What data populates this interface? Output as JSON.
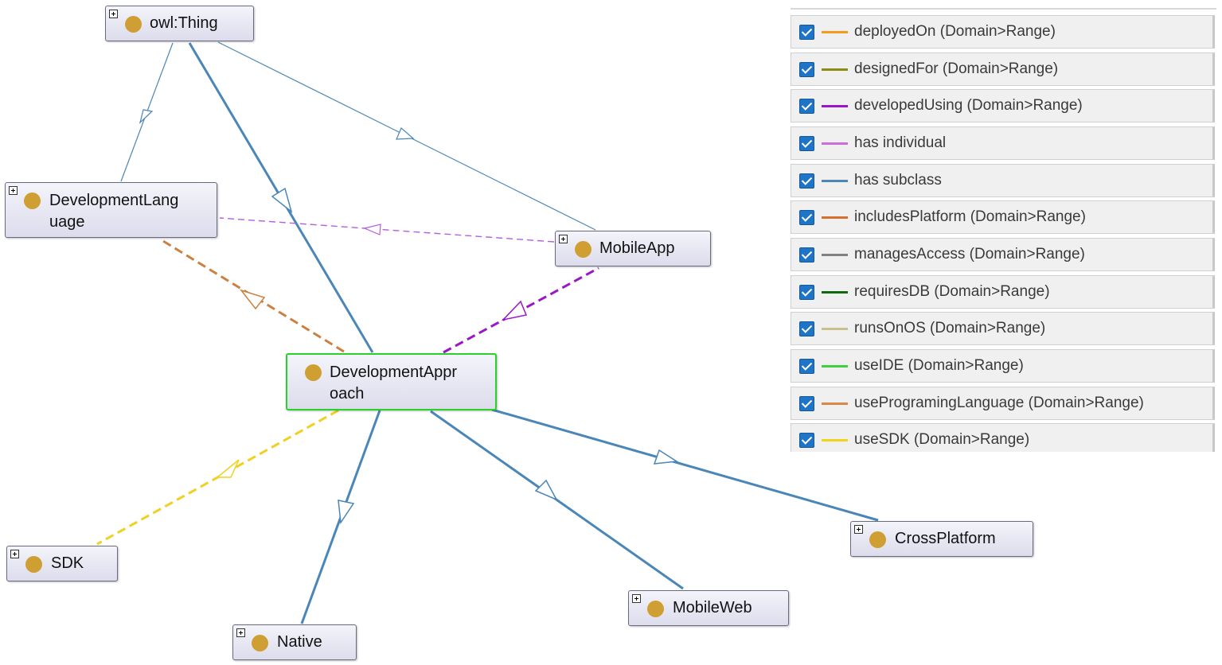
{
  "nodes": {
    "owl_thing": {
      "label": "owl:Thing"
    },
    "dev_language": {
      "label_line1": "DevelopmentLang",
      "label_line2": "uage"
    },
    "mobile_app": {
      "label": "MobileApp"
    },
    "dev_approach": {
      "label_line1": "DevelopmentAppr",
      "label_line2": "oach"
    },
    "sdk": {
      "label": "SDK"
    },
    "native": {
      "label": "Native"
    },
    "mobile_web": {
      "label": "MobileWeb"
    },
    "cross_platform": {
      "label": "CrossPlatform"
    }
  },
  "legend": [
    {
      "label": "deployedOn (Domain>Range)",
      "color": "#f59a1c"
    },
    {
      "label": "designedFor (Domain>Range)",
      "color": "#8b8b16"
    },
    {
      "label": "developedUsing (Domain>Range)",
      "color": "#9a17c9"
    },
    {
      "label": "has individual",
      "color": "#c86fdc"
    },
    {
      "label": "has subclass",
      "color": "#4f86b8"
    },
    {
      "label": "includesPlatform (Domain>Range)",
      "color": "#d5702f"
    },
    {
      "label": "managesAccess (Domain>Range)",
      "color": "#808080"
    },
    {
      "label": "requiresDB (Domain>Range)",
      "color": "#0e6b0e"
    },
    {
      "label": "runsOnOS (Domain>Range)",
      "color": "#c7c28c"
    },
    {
      "label": "useIDE (Domain>Range)",
      "color": "#3fcf3f"
    },
    {
      "label": "useProgramingLanguage (Domain>Range)",
      "color": "#d8894a"
    },
    {
      "label": "useSDK (Domain>Range)",
      "color": "#f2d51a"
    }
  ],
  "edge_colors": {
    "subclass": "#4a86b8",
    "has_individual": "#b45ee0",
    "developed_using": "#9a17c9",
    "use_programing_language": "#cc8040",
    "use_sdk": "#f0d020"
  }
}
